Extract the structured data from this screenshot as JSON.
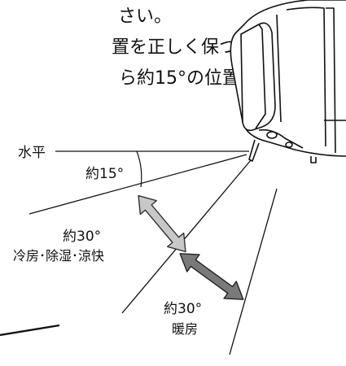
{
  "instructions": {
    "line1": "さい。",
    "line2": "置を正しく保つ",
    "line3": "ら約15°の位置"
  },
  "labels": {
    "horizontal": "水平",
    "angle_15": "約15°",
    "angle_30_cool": "約30°",
    "mode_cool": "冷房･除湿･涼快",
    "angle_30_heat": "約30°",
    "mode_heat": "暖房"
  },
  "colors": {
    "arrow_light": "#c8c8c8",
    "arrow_dark": "#7a7a7a",
    "line": "#111111"
  },
  "icons": {
    "unit": "air-conditioner-unit",
    "arrow_cool": "double-arrow-light",
    "arrow_heat": "double-arrow-dark"
  }
}
